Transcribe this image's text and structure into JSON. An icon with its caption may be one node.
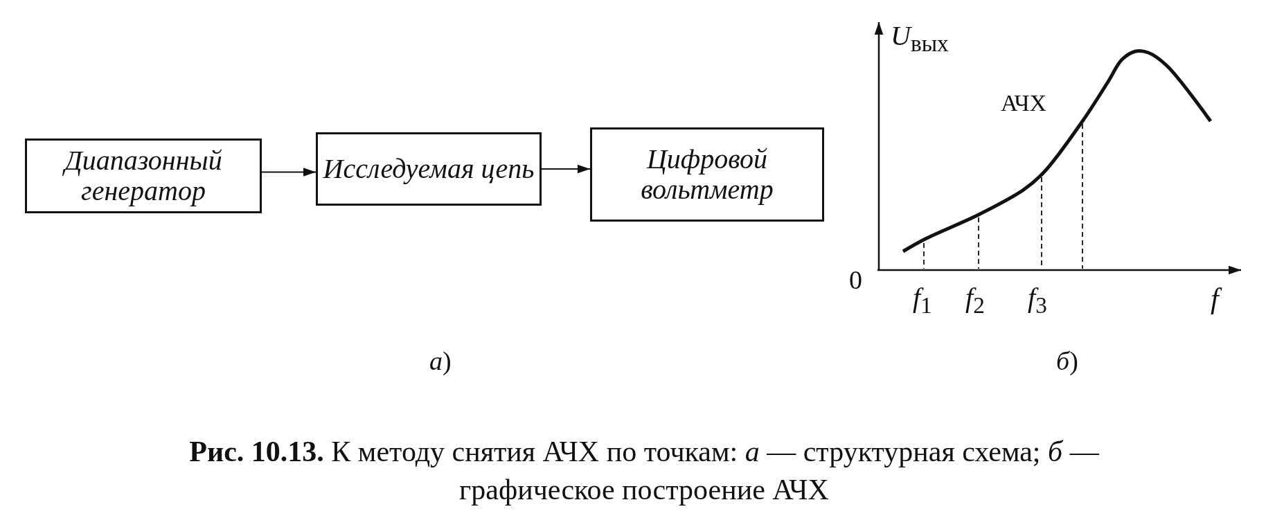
{
  "diagram": {
    "caption": "**Рис. 10.13.** К методу снятия АЧХ по точкам: *а* — структурная схема; *б* — графическое построение АЧХ",
    "nodes": [
      {
        "text": [
          "Диапазонный генератор"
        ]
      },
      {
        "text": [
          "Исследуемая цепь"
        ]
      },
      {
        "text": [
          "Цифровой вольтметр"
        ]
      }
    ],
    "edges": [
      {
        "from": 0,
        "to": 1,
        "arrow": "to"
      },
      {
        "from": 1,
        "to": 2,
        "arrow": "to"
      }
    ],
    "labels": [
      "*U*$_{вых}$",
      "АЧХ",
      "0",
      "*f*$_{1}$",
      "*f*$_{2}$",
      "*f*$_{3}$",
      "*f*",
      "*а*)",
      "*б*)"
    ]
  }
}
